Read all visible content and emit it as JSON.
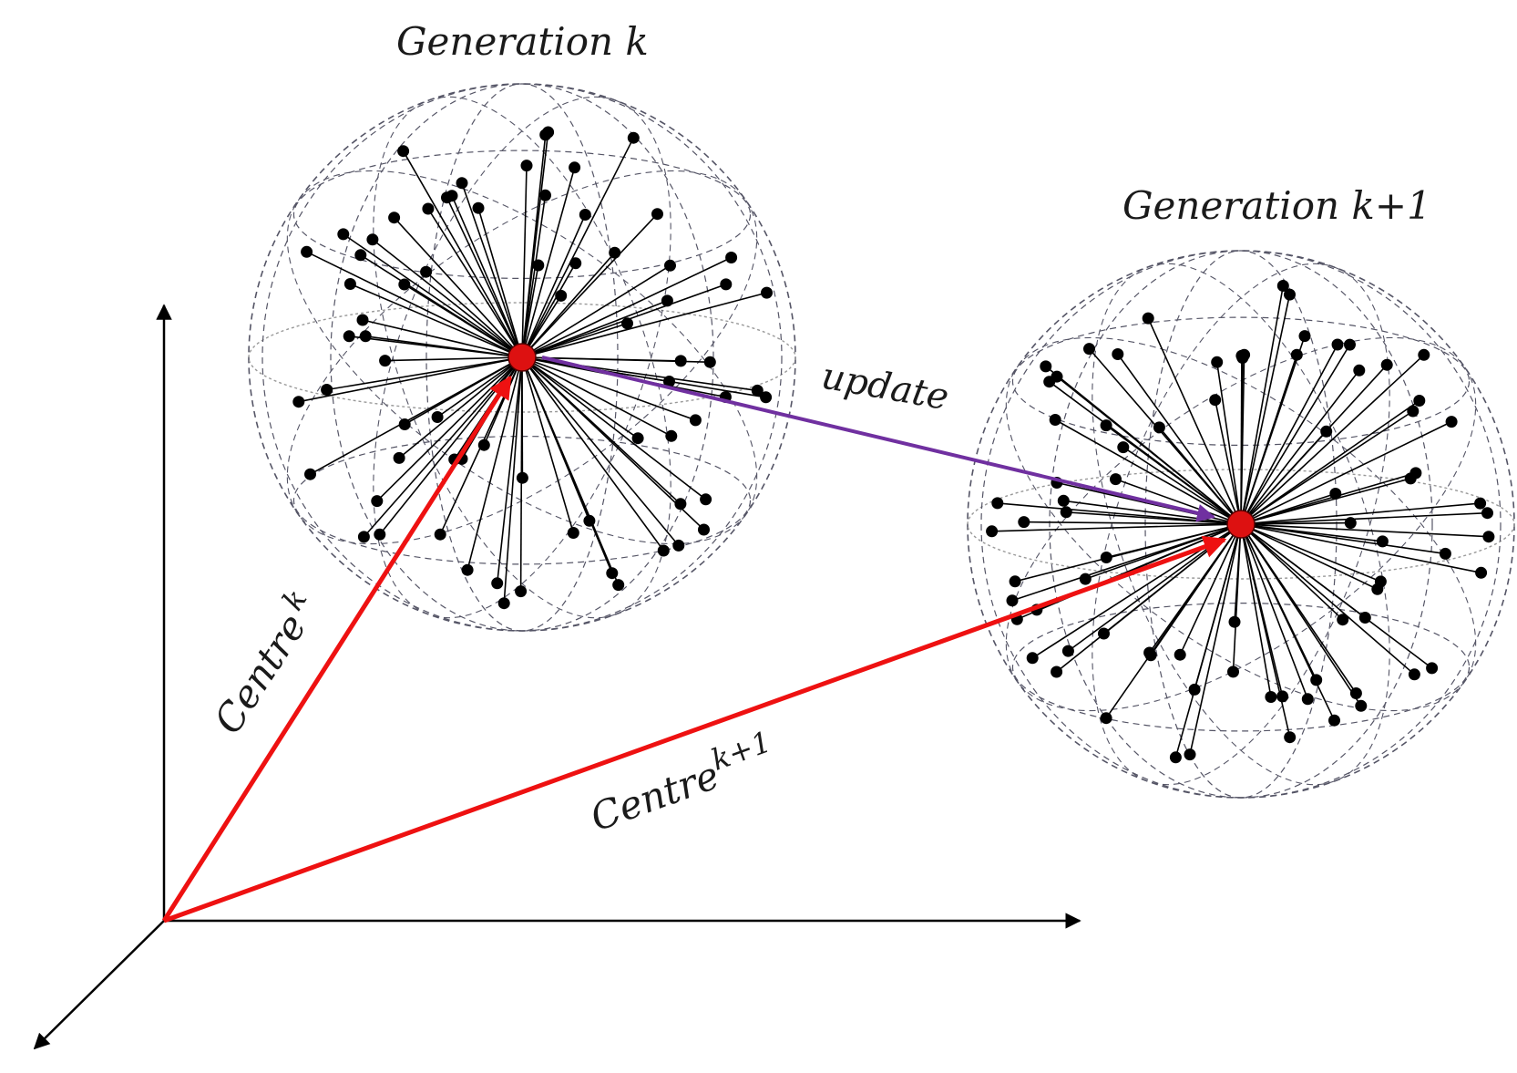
{
  "labels": {
    "generation_k": "Generation k",
    "generation_k1": "Generation k+1",
    "update": "update",
    "centre_k_base": "Centre",
    "centre_k_sup": "k",
    "centre_k1_base": "Centre",
    "centre_k1_sup": "k+1"
  },
  "colors": {
    "background": "#ffffff",
    "axis": "#000000",
    "centre_vector": "#ee1111",
    "update_vector": "#7030a0",
    "sphere_outline": "#555566",
    "sample_point": "#000000",
    "centre_marker": "#dd1111"
  },
  "icons": {
    "axes": "3d-axes-icon",
    "sphere": "sample-sphere-icon",
    "centre": "centre-point-icon"
  },
  "populations": [
    {
      "name": "generation-k",
      "samples": 72
    },
    {
      "name": "generation-k1",
      "samples": 78
    }
  ]
}
